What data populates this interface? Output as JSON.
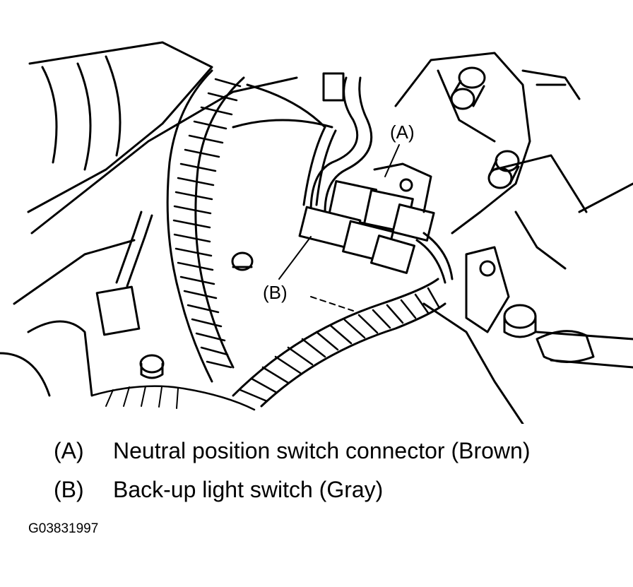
{
  "callouts": {
    "a": "(A)",
    "b": "(B)"
  },
  "legend": [
    {
      "key": "(A)",
      "text": "Neutral position switch connector (Brown)"
    },
    {
      "key": "(B)",
      "text": "Back-up light switch (Gray)"
    }
  ],
  "figure_code": "G03831997",
  "colors": {
    "line": "#000000",
    "background": "#ffffff"
  }
}
